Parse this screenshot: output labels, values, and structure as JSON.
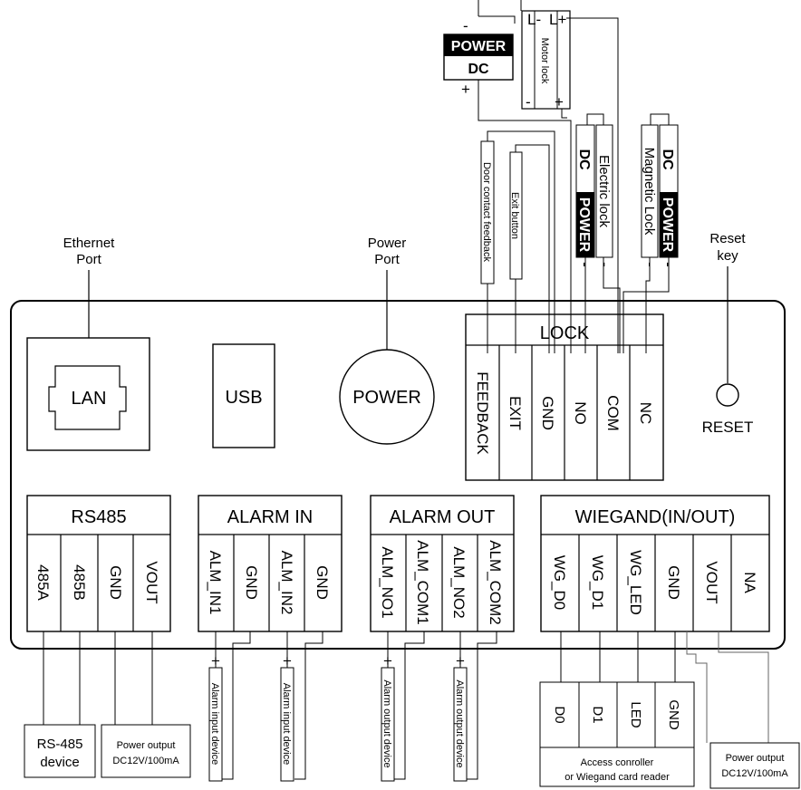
{
  "ports": {
    "ethernet_label_1": "Ethernet",
    "ethernet_label_2": "Port",
    "lan": "LAN",
    "usb": "USB",
    "power_label_1": "Power",
    "power_label_2": "Port",
    "power": "POWER",
    "reset_label_1": "Reset",
    "reset_label_2": "key",
    "reset": "RESET"
  },
  "lock": {
    "title": "LOCK",
    "terminals": [
      "FEEDBACK",
      "EXIT",
      "GND",
      "NO",
      "COM",
      "NC"
    ],
    "door_contact": "Door contact feedback",
    "exit_button": "Exit button",
    "electric_lock": "Electric lock",
    "magnetic_lock": "Magnetic Lock",
    "dc": "DC",
    "power": "POWER",
    "minus": "-",
    "plus": "+",
    "motor_lock": "Motor lock",
    "motor_l_minus": "L-",
    "motor_l_plus": "L+",
    "power_dc_top": "POWER",
    "power_dc_bottom": "DC"
  },
  "rs485": {
    "title": "RS485",
    "terminals": [
      "485A",
      "485B",
      "GND",
      "VOUT"
    ],
    "device_1": "RS-485",
    "device_2": "device",
    "power_out_1": "Power output",
    "power_out_2": "DC12V/100mA"
  },
  "alarm_in": {
    "title": "ALARM IN",
    "terminals": [
      "ALM_IN1",
      "GND",
      "ALM_IN2",
      "GND"
    ],
    "device": "Alarm input device",
    "plus": "+"
  },
  "alarm_out": {
    "title": "ALARM OUT",
    "terminals": [
      "ALM_NO1",
      "ALM_COM1",
      "ALM_NO2",
      "ALM_COM2"
    ],
    "device": "Alarm output device",
    "plus": "+"
  },
  "wiegand": {
    "title": "WIEGAND(IN/OUT)",
    "terminals": [
      "WG_D0",
      "WG_D1",
      "WG_LED",
      "GND",
      "VOUT",
      "NA"
    ],
    "reader_pins": [
      "D0",
      "D1",
      "LED",
      "GND"
    ],
    "reader_1": "Access conroller",
    "reader_2": "or Wiegand card reader",
    "power_out_1": "Power output",
    "power_out_2": "DC12V/100mA"
  }
}
